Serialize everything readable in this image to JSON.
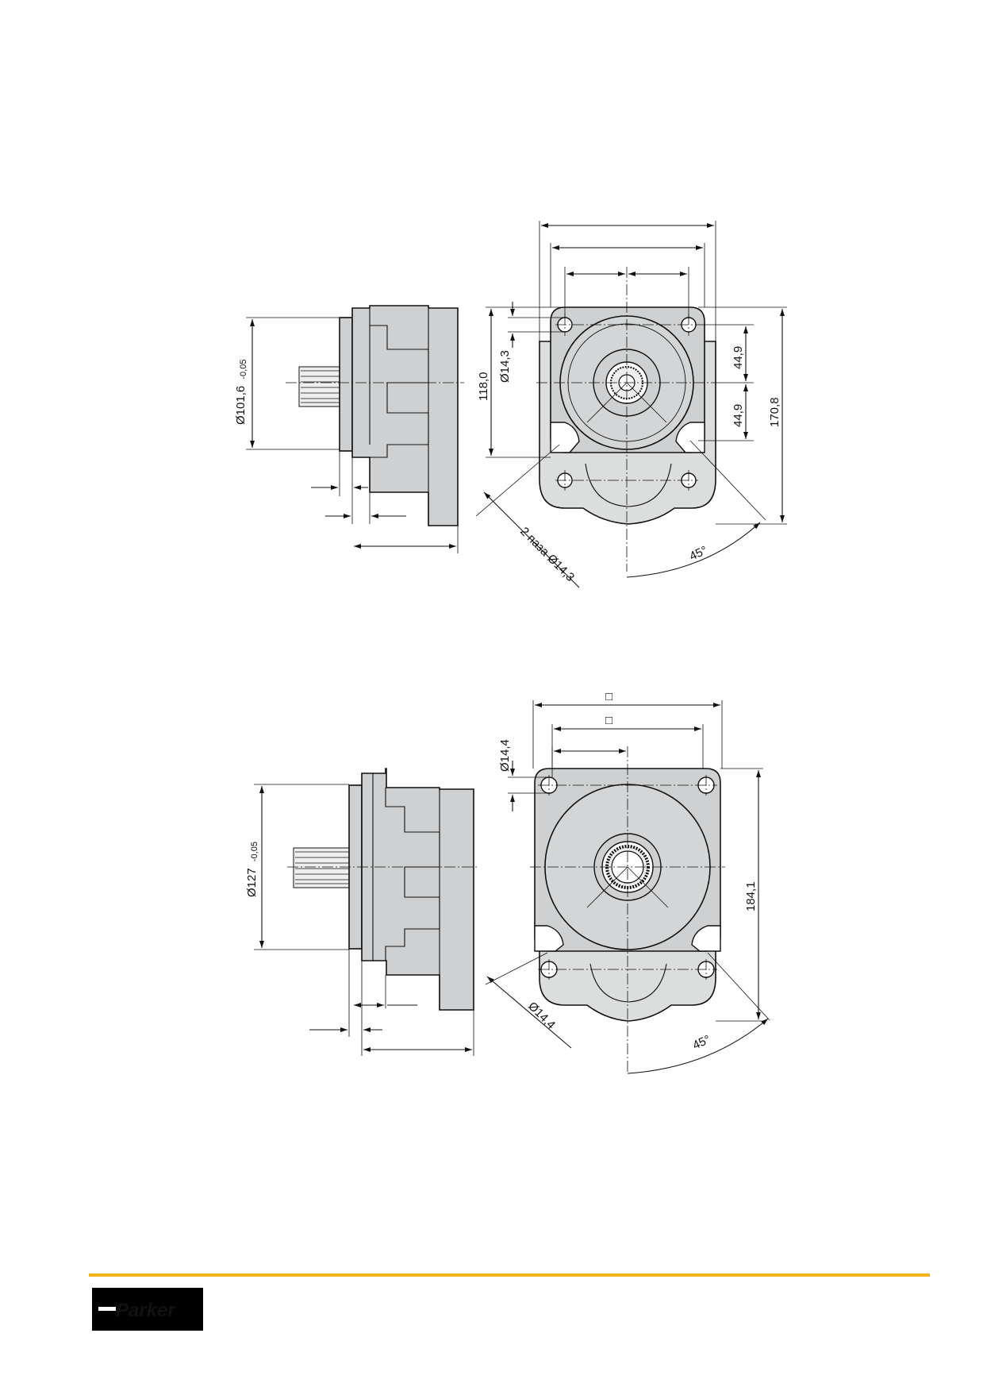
{
  "drawing1": {
    "flange_diameter": "Ø101,6",
    "flange_tol": "-0,05",
    "height_118": "118,0",
    "hole_dia": "Ø14,3",
    "half_a": "44,9",
    "half_b": "44,9",
    "total_height": "170,8",
    "slot_note": "2 паза Ø14,3",
    "angle": "45°"
  },
  "drawing2": {
    "flange_diameter": "Ø127",
    "flange_tol": "-0,05",
    "hole_dia": "Ø14,4",
    "total_height": "184,1",
    "slot_dia": "Ø14,4",
    "angle": "45°",
    "square_symbol_1": "□",
    "square_symbol_2": "□"
  },
  "footer": {
    "brand": "Parker",
    "accent_color": "#f2b21b"
  }
}
